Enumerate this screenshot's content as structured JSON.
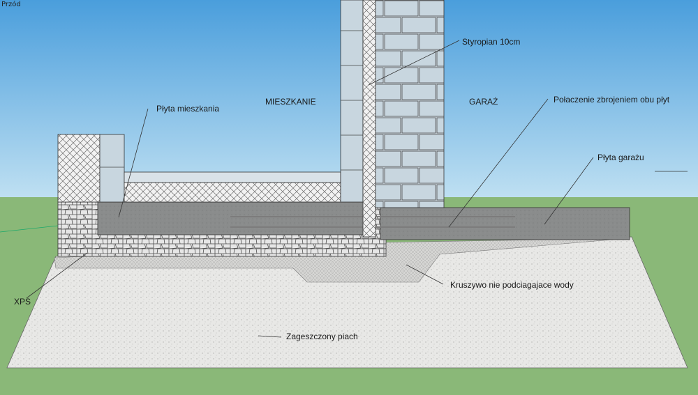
{
  "scene_tab": "Przód",
  "labels": {
    "styropian": "Styropian 10cm",
    "mieszkanie": "MIESZKANIE",
    "garaz": "GARAŻ",
    "plyta_mieszkania": "Płyta mieszkania",
    "polaczenie": "Połaczenie zbrojeniem obu płyt",
    "plyta_garazu": "Płyta garażu",
    "xps": "XPS",
    "kruszywo": "Kruszywo nie podciagajace wody",
    "piach": "Zageszczony piach"
  },
  "colors": {
    "sky_top": "#4a9edc",
    "sky_bottom": "#bfe0f2",
    "grass": "#8ab878",
    "concrete": "#8a8c8c",
    "block": "#cfdbe3",
    "sand": "#e8e8e6",
    "gravel": "#d6d6d4"
  }
}
